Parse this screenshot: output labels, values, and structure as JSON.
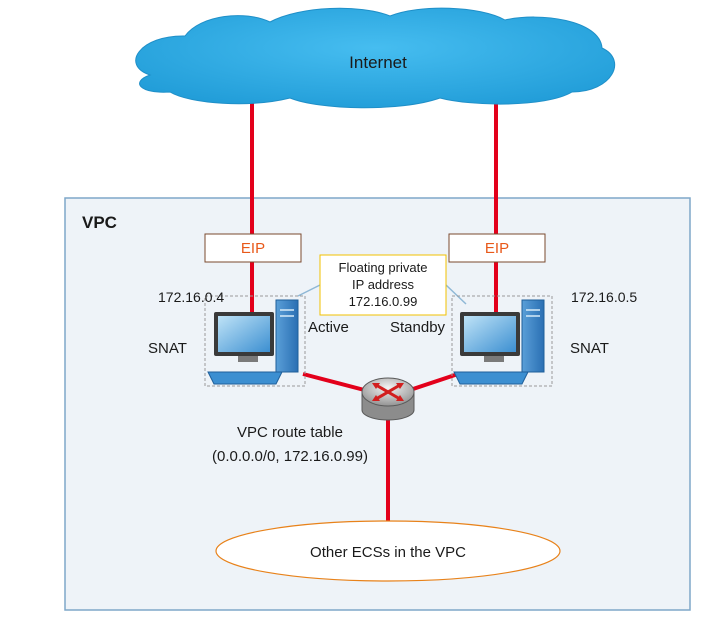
{
  "cloud": {
    "label": "Internet"
  },
  "vpc": {
    "label": "VPC"
  },
  "eip_left": {
    "label": "EIP"
  },
  "eip_right": {
    "label": "EIP"
  },
  "floating_ip": {
    "line1": "Floating private",
    "line2": "IP address",
    "line3": "172.16.0.99"
  },
  "snat_active": {
    "ip": "172.16.0.4",
    "role": "SNAT",
    "state": "Active"
  },
  "snat_standby": {
    "ip": "172.16.0.5",
    "role": "SNAT",
    "state": "Standby"
  },
  "router": {
    "line1": "VPC route table",
    "line2": "(0.0.0.0/0, 172.16.0.99)"
  },
  "other_ecs": {
    "label": "Other ECSs in the VPC"
  },
  "colors": {
    "link": "#e3001b",
    "vpc_border": "#7fa7c9",
    "vpc_fill": "#eef3f8",
    "cloud": "#2da7de",
    "eip_text": "#e8591a",
    "floating_border": "#f2c200",
    "ellipse_border": "#e8821a"
  }
}
